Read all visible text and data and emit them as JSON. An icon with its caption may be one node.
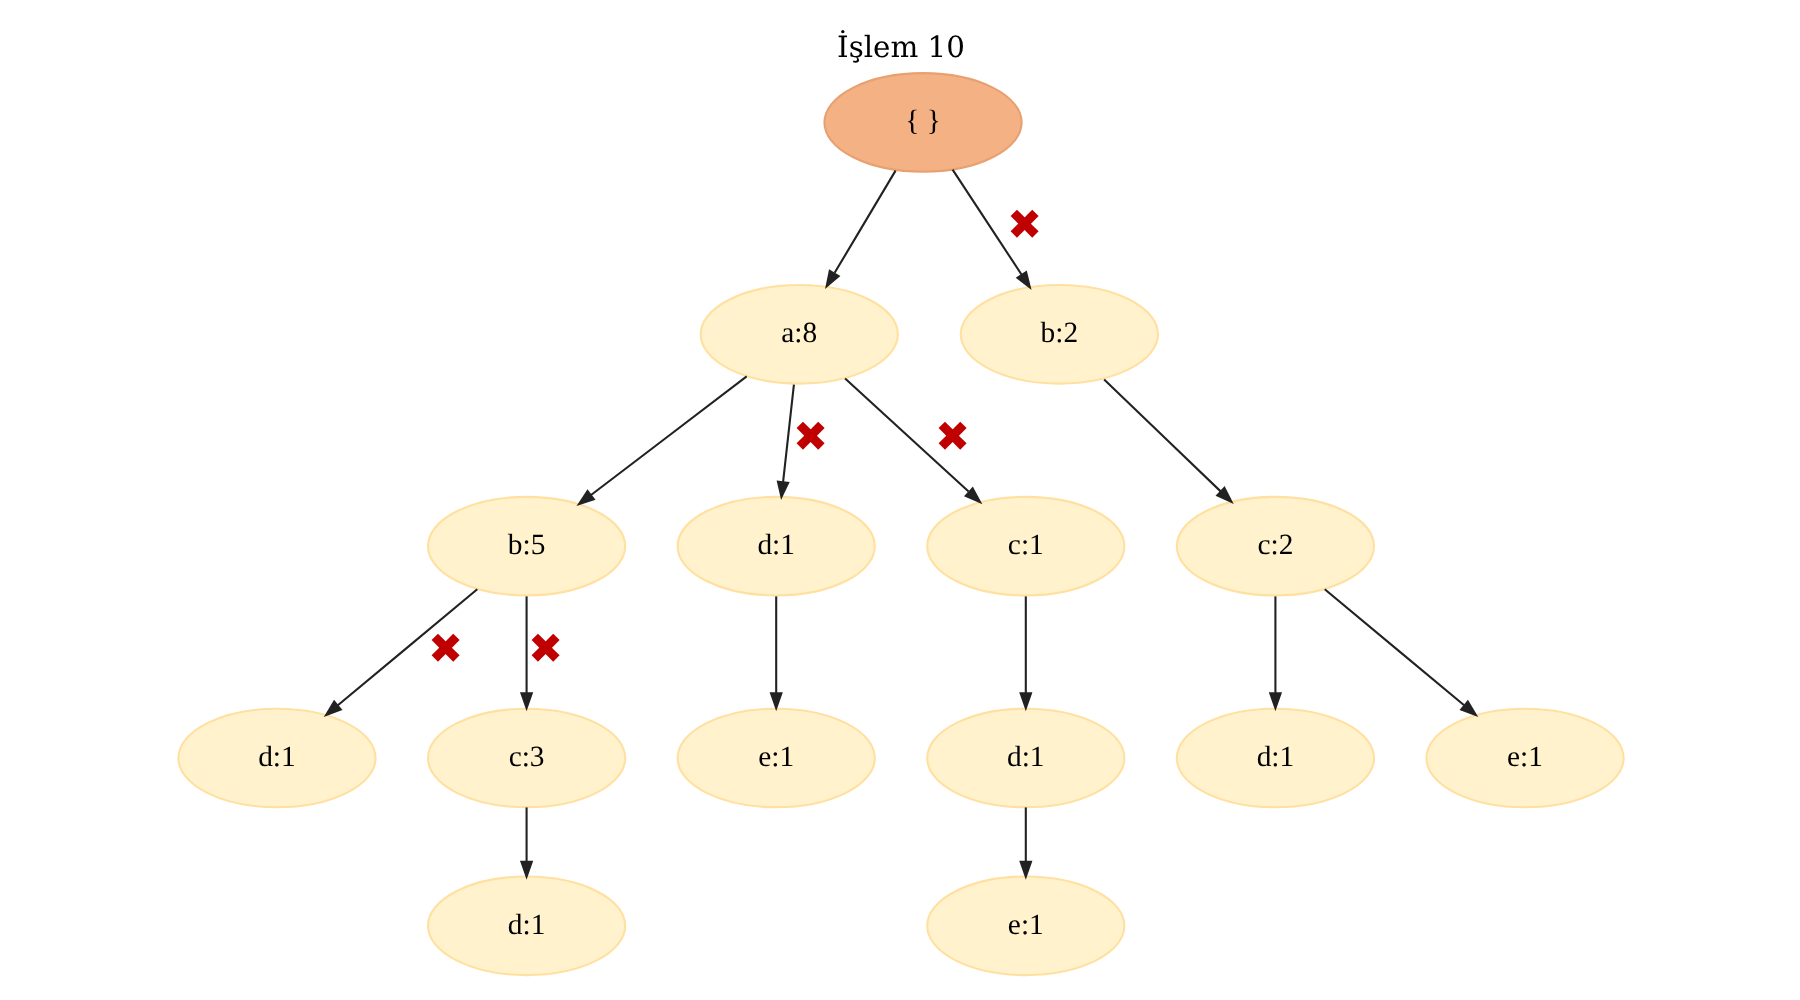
{
  "diagram": {
    "title": "İşlem 10",
    "nodes": [
      {
        "text": [
          "{ }"
        ]
      },
      {
        "text": [
          "a:8"
        ]
      },
      {
        "text": [
          "b:2"
        ]
      },
      {
        "text": [
          "b:5"
        ]
      },
      {
        "text": [
          "d:1"
        ]
      },
      {
        "text": [
          "c:1"
        ]
      },
      {
        "text": [
          "c:2"
        ]
      },
      {
        "text": [
          "d:1"
        ]
      },
      {
        "text": [
          "c:3"
        ]
      },
      {
        "text": [
          "e:1"
        ]
      },
      {
        "text": [
          "d:1"
        ]
      },
      {
        "text": [
          "d:1"
        ]
      },
      {
        "text": [
          "e:1"
        ]
      },
      {
        "text": [
          "d:1"
        ]
      },
      {
        "text": [
          "e:1"
        ]
      }
    ],
    "edges": [
      {
        "from": 0,
        "to": 1,
        "arrow": "to"
      },
      {
        "from": 0,
        "to": 2,
        "arrow": "to",
        "label": "✖"
      },
      {
        "from": 1,
        "to": 3,
        "arrow": "to"
      },
      {
        "from": 1,
        "to": 4,
        "arrow": "to",
        "label": "✖"
      },
      {
        "from": 1,
        "to": 5,
        "arrow": "to",
        "label": "✖"
      },
      {
        "from": 2,
        "to": 6,
        "arrow": "to"
      },
      {
        "from": 3,
        "to": 7,
        "arrow": "to",
        "label": "✖"
      },
      {
        "from": 3,
        "to": 8,
        "arrow": "to",
        "label": "✖"
      },
      {
        "from": 4,
        "to": 9,
        "arrow": "to"
      },
      {
        "from": 5,
        "to": 10,
        "arrow": "to"
      },
      {
        "from": 6,
        "to": 11,
        "arrow": "to"
      },
      {
        "from": 6,
        "to": 12,
        "arrow": "to"
      },
      {
        "from": 8,
        "to": 13,
        "arrow": "to"
      },
      {
        "from": 10,
        "to": 14,
        "arrow": "to"
      }
    ]
  }
}
